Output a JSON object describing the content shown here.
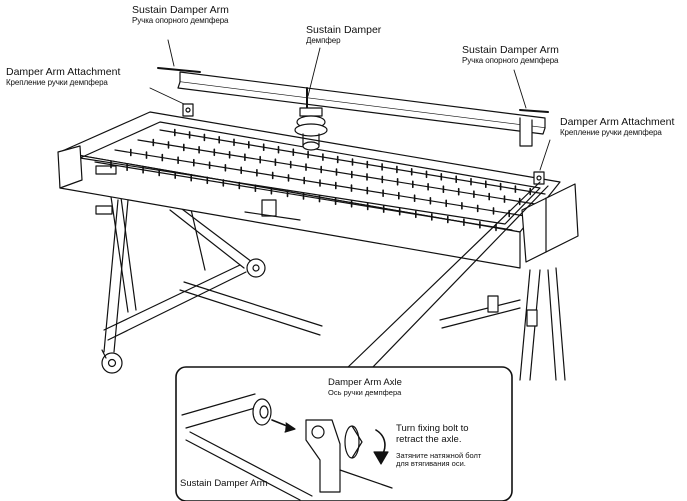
{
  "labels": {
    "sustain_arm_left": {
      "en": "Sustain Damper Arm",
      "ru": "Ручка опорного демпфера"
    },
    "sustain_damper": {
      "en": "Sustain Damper",
      "ru": "Демпфер"
    },
    "sustain_arm_right": {
      "en": "Sustain Damper Arm",
      "ru": "Ручка опорного демпфера"
    },
    "attachment_left": {
      "en": "Damper Arm Attachment",
      "ru": "Крепление ручки демпфера"
    },
    "attachment_right": {
      "en": "Damper Arm Attachment",
      "ru": "Крепление ручки демпфера"
    }
  },
  "inset": {
    "axle": {
      "en": "Damper Arm Axle",
      "ru": "Ось ручки демпфера"
    },
    "instruction": {
      "en_line1": "Turn fixing bolt to",
      "en_line2": "retract the axle.",
      "ru_line1": "Затяните натяжной болт",
      "ru_line2": "для втягивания оси."
    },
    "arm": {
      "en": "Sustain Damper Arm"
    }
  }
}
